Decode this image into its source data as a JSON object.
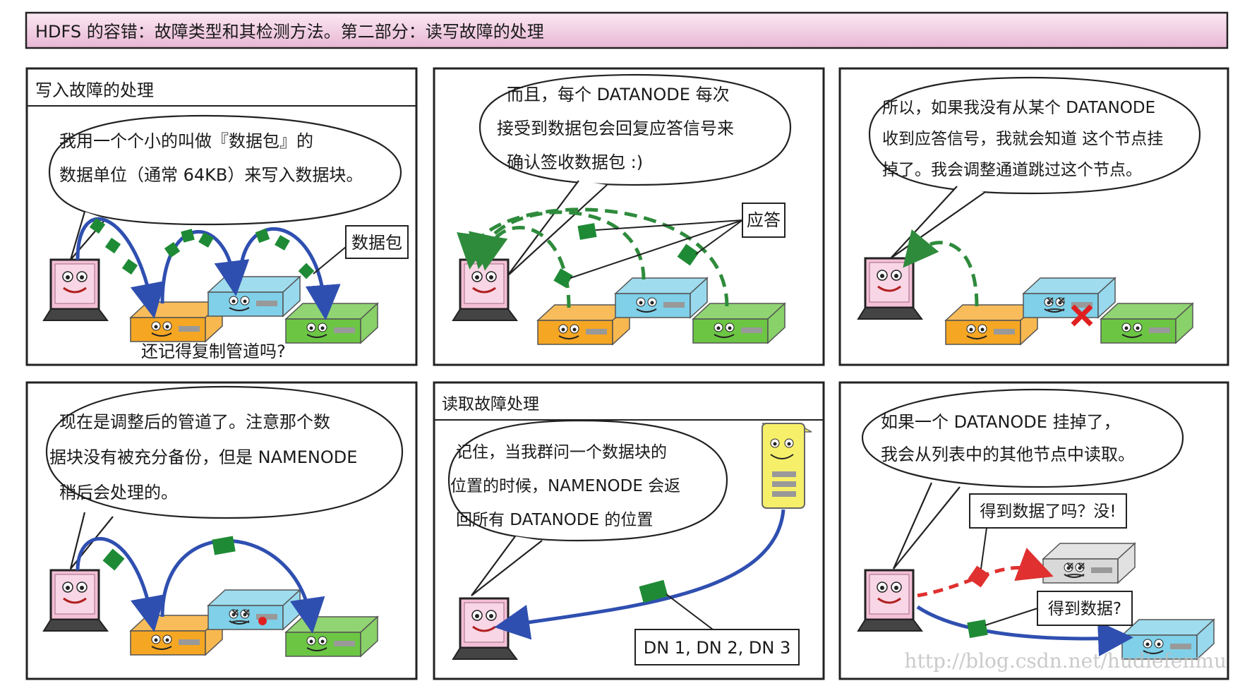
{
  "header": {
    "title": "HDFS 的容错：故障类型和其检测方法。第二部分：读写故障的处理"
  },
  "panels": {
    "p1": {
      "heading": "写入故障的处理",
      "bubble": [
        "我用一个个小的叫做『数据包』的",
        "数据单位（通常 64KB）来写入数据块。"
      ],
      "label": "数据包",
      "caption": "还记得复制管道吗?"
    },
    "p2": {
      "bubble": [
        "而且，每个 DATANODE 每次",
        "接受到数据包会回复应答信号来",
        "确认签收数据包 :)"
      ],
      "label": "应答"
    },
    "p3": {
      "bubble": [
        "所以，如果我没有从某个 DATANODE",
        "收到应答信号，我就会知道 这个节点挂",
        "掉了。我会调整通道跳过这个节点。"
      ]
    },
    "p4": {
      "bubble": [
        "现在是调整后的管道了。注意那个数",
        "据块没有被充分备份，但是 NAMENODE",
        "稍后会处理的。"
      ]
    },
    "p5": {
      "heading": "读取故障处理",
      "bubble": [
        "记住，当我群问一个数据块的",
        "位置的时候，NAMENODE 会返",
        "回所有 DATANODE 的位置"
      ],
      "label": "DN 1, DN 2, DN 3"
    },
    "p6": {
      "bubble": [
        "如果一个 DATANODE 挂掉了，",
        "我会从列表中的其他节点中读取。"
      ],
      "label_top": "得到数据了吗？没!",
      "label_bottom": "得到数据?"
    }
  },
  "watermark": "http://blog.csdn.net/hudiefenmu",
  "colors": {
    "orange": "#f5a623",
    "blue": "#7fd0e8",
    "green": "#6cc644",
    "pink": "#f4c0d6",
    "gray": "#d9d9d9",
    "yellow": "#f6ef6a"
  }
}
